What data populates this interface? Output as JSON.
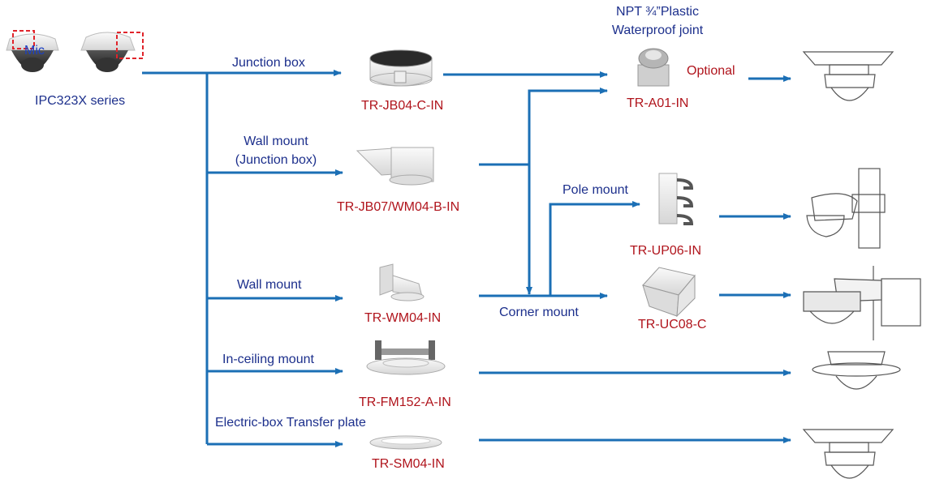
{
  "source": {
    "series_label": "IPC323X series",
    "mic_label": "Mic"
  },
  "branches": {
    "junction_box": "Junction box",
    "wall_mount_junction_line1": "Wall mount",
    "wall_mount_junction_line2": "(Junction box)",
    "wall_mount": "Wall mount",
    "in_ceiling_mount": "In-ceiling mount",
    "electric_box": "Electric-box Transfer plate",
    "pole_mount": "Pole mount",
    "corner_mount": "Corner mount",
    "optional": "Optional",
    "npt_line1": "NPT ¾”Plastic",
    "npt_line2": "Waterproof joint"
  },
  "models": {
    "jb04": "TR-JB04-C-IN",
    "jb07": "TR-JB07/WM04-B-IN",
    "wm04": "TR-WM04-IN",
    "fm152": "TR-FM152-A-IN",
    "sm04": "TR-SM04-IN",
    "a01": "TR-A01-IN",
    "up06": "TR-UP06-IN",
    "uc08": "TR-UC08-C"
  },
  "colors": {
    "arrow": "#1b6fb5",
    "branch_text": "#1a3fc4",
    "model_text": "#b0141c",
    "mic_highlight": "#e0242b"
  }
}
